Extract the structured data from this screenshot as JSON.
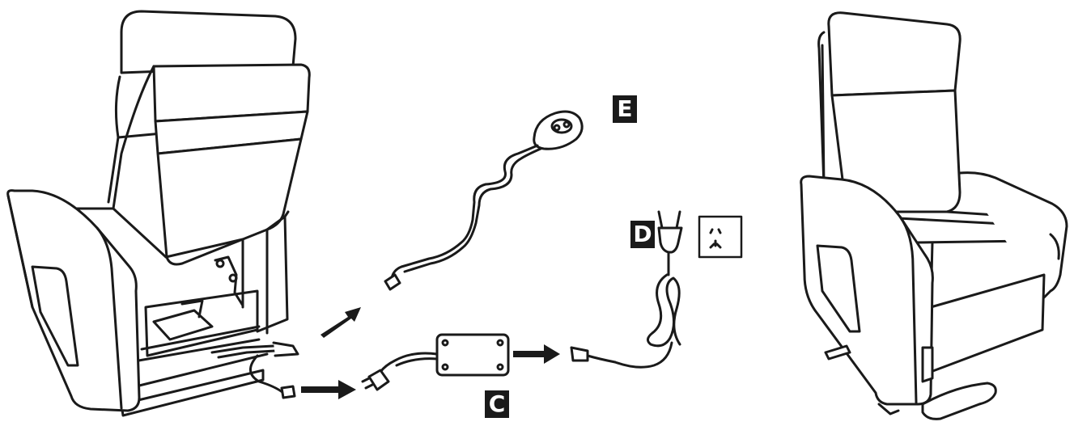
{
  "labels": {
    "c": "C",
    "d": "D",
    "e": "E"
  },
  "colors": {
    "line": "#1a1a1a",
    "fill": "#ffffff"
  },
  "icons": {
    "outlet": "wall-outlet-icon",
    "plug": "power-plug-icon",
    "remote": "handset-remote-icon",
    "transformer": "power-adapter-icon"
  }
}
